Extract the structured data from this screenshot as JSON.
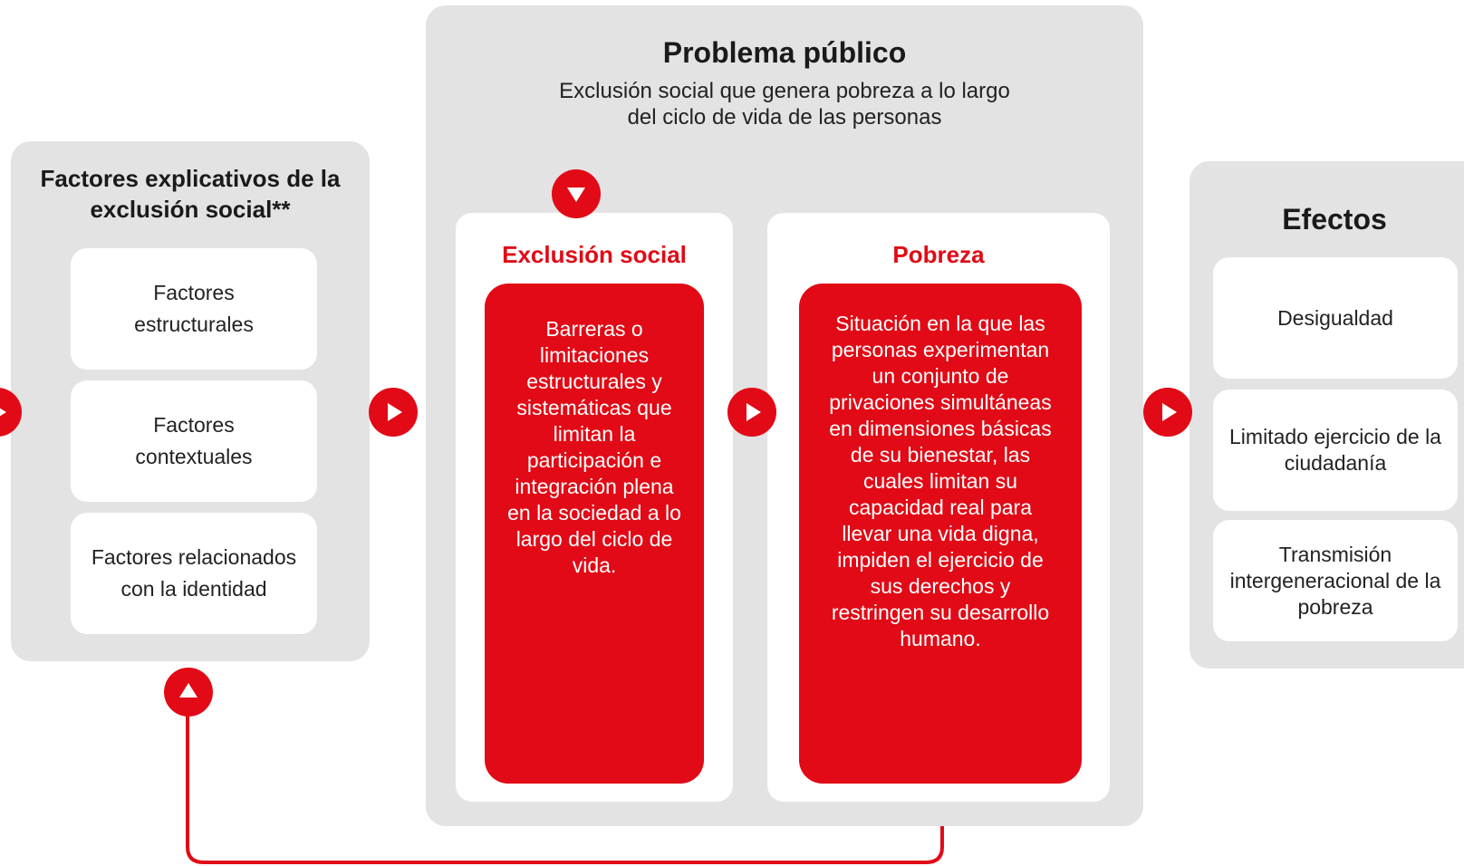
{
  "left_panel": {
    "title": "Factores explicativos de la exclusión social**",
    "items": [
      "Factores estructurales",
      "Factores contextuales",
      "Factores relacionados con la identidad"
    ]
  },
  "center_panel": {
    "title": "Problema público",
    "subtitle_line1": "Exclusión social que genera pobreza a lo largo",
    "subtitle_line2": "del ciclo de vida de las personas",
    "exclusion": {
      "title": "Exclusión social",
      "text": "Barreras o limitaciones estructurales y sistemáticas que limitan la participación e integración plena en la sociedad a lo largo del ciclo de vida."
    },
    "pobreza": {
      "title": "Pobreza",
      "text": "Situación en la que las personas experimentan un conjunto de privaciones simultáneas en dimensiones básicas de su bienestar, las cuales limitan su capacidad real para llevar una vida digna, impiden el ejercicio de sus  derechos y restringen su desarrollo humano."
    }
  },
  "right_panel": {
    "title": "Efectos",
    "items": [
      "Desigualdad",
      "Limitado ejercicio de la ciudadanía",
      "Transmisión intergeneracional de la pobreza"
    ]
  },
  "colors": {
    "accent": "#e10a16",
    "panel": "#e3e3e3",
    "card": "#ffffff"
  },
  "icons": [
    "arrow-right-icon",
    "arrow-down-icon",
    "arrow-up-icon"
  ]
}
